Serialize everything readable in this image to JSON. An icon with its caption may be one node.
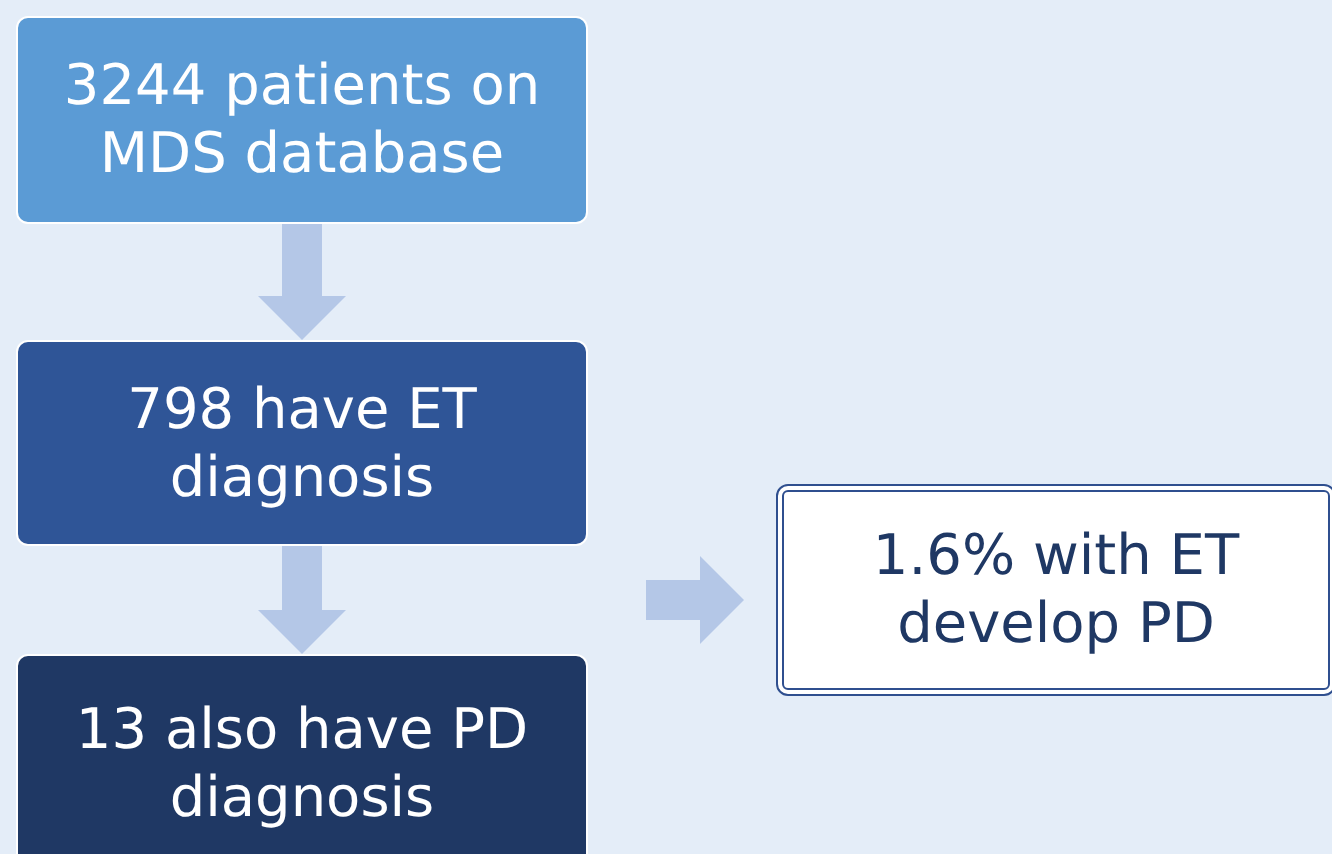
{
  "diagram": {
    "nodes": [
      {
        "text": [
          "3244 patients on MDS database"
        ]
      },
      {
        "text": [
          "798 have ET diagnosis"
        ]
      },
      {
        "text": [
          "13 also have PD diagnosis"
        ]
      },
      {
        "text": [
          "1.6% with ET develop PD"
        ]
      }
    ],
    "edges": [
      {
        "from": 0,
        "to": 1,
        "arrow": "to"
      },
      {
        "from": 1,
        "to": 2,
        "arrow": "to"
      },
      {
        "from": null,
        "to": 3,
        "arrow": "to"
      }
    ]
  }
}
